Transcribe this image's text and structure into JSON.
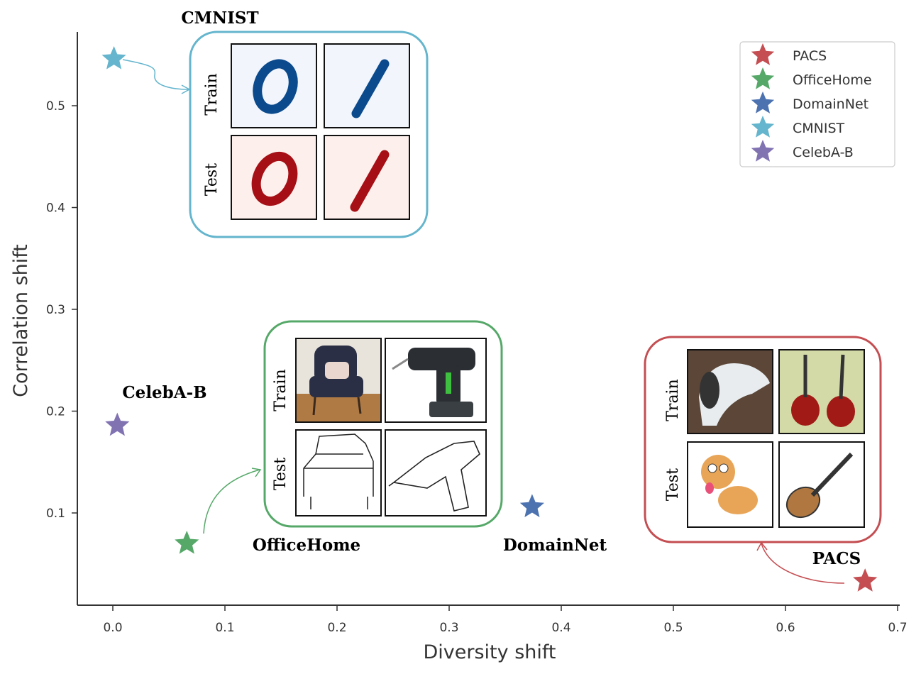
{
  "chart_data": {
    "type": "scatter",
    "xlabel": "Diversity shift",
    "ylabel": "Correlation shift",
    "xlim": [
      -0.032,
      0.7
    ],
    "ylim": [
      0.011,
      0.581
    ],
    "xticks": [
      "0.0",
      "0.1",
      "0.2",
      "0.3",
      "0.4",
      "0.5",
      "0.6",
      "0.7"
    ],
    "yticks": [
      "0.1",
      "0.2",
      "0.3",
      "0.4",
      "0.5"
    ],
    "legend_position": "top-right",
    "series": [
      {
        "name": "PACS",
        "label": "PACS",
        "x": 0.671,
        "y": 0.033,
        "color": "#c44e52"
      },
      {
        "name": "OfficeHome",
        "label": "OfficeHome",
        "x": 0.066,
        "y": 0.07,
        "color": "#55a868"
      },
      {
        "name": "DomainNet",
        "label": "DomainNet",
        "x": 0.374,
        "y": 0.106,
        "color": "#4c72b0"
      },
      {
        "name": "CMNIST",
        "label": "CMNIST",
        "x": 0.001,
        "y": 0.546,
        "color": "#64b5cd"
      },
      {
        "name": "CelebA-B",
        "label": "CelebA-B",
        "x": 0.004,
        "y": 0.186,
        "color": "#8172b2"
      }
    ],
    "insets": [
      {
        "dataset": "CMNIST",
        "rows": [
          "Train",
          "Test"
        ],
        "color": "#64b5cd"
      },
      {
        "dataset": "OfficeHome",
        "rows": [
          "Train",
          "Test"
        ],
        "color": "#55a868"
      },
      {
        "dataset": "PACS",
        "rows": [
          "Train",
          "Test"
        ],
        "color": "#c44e52"
      }
    ]
  }
}
